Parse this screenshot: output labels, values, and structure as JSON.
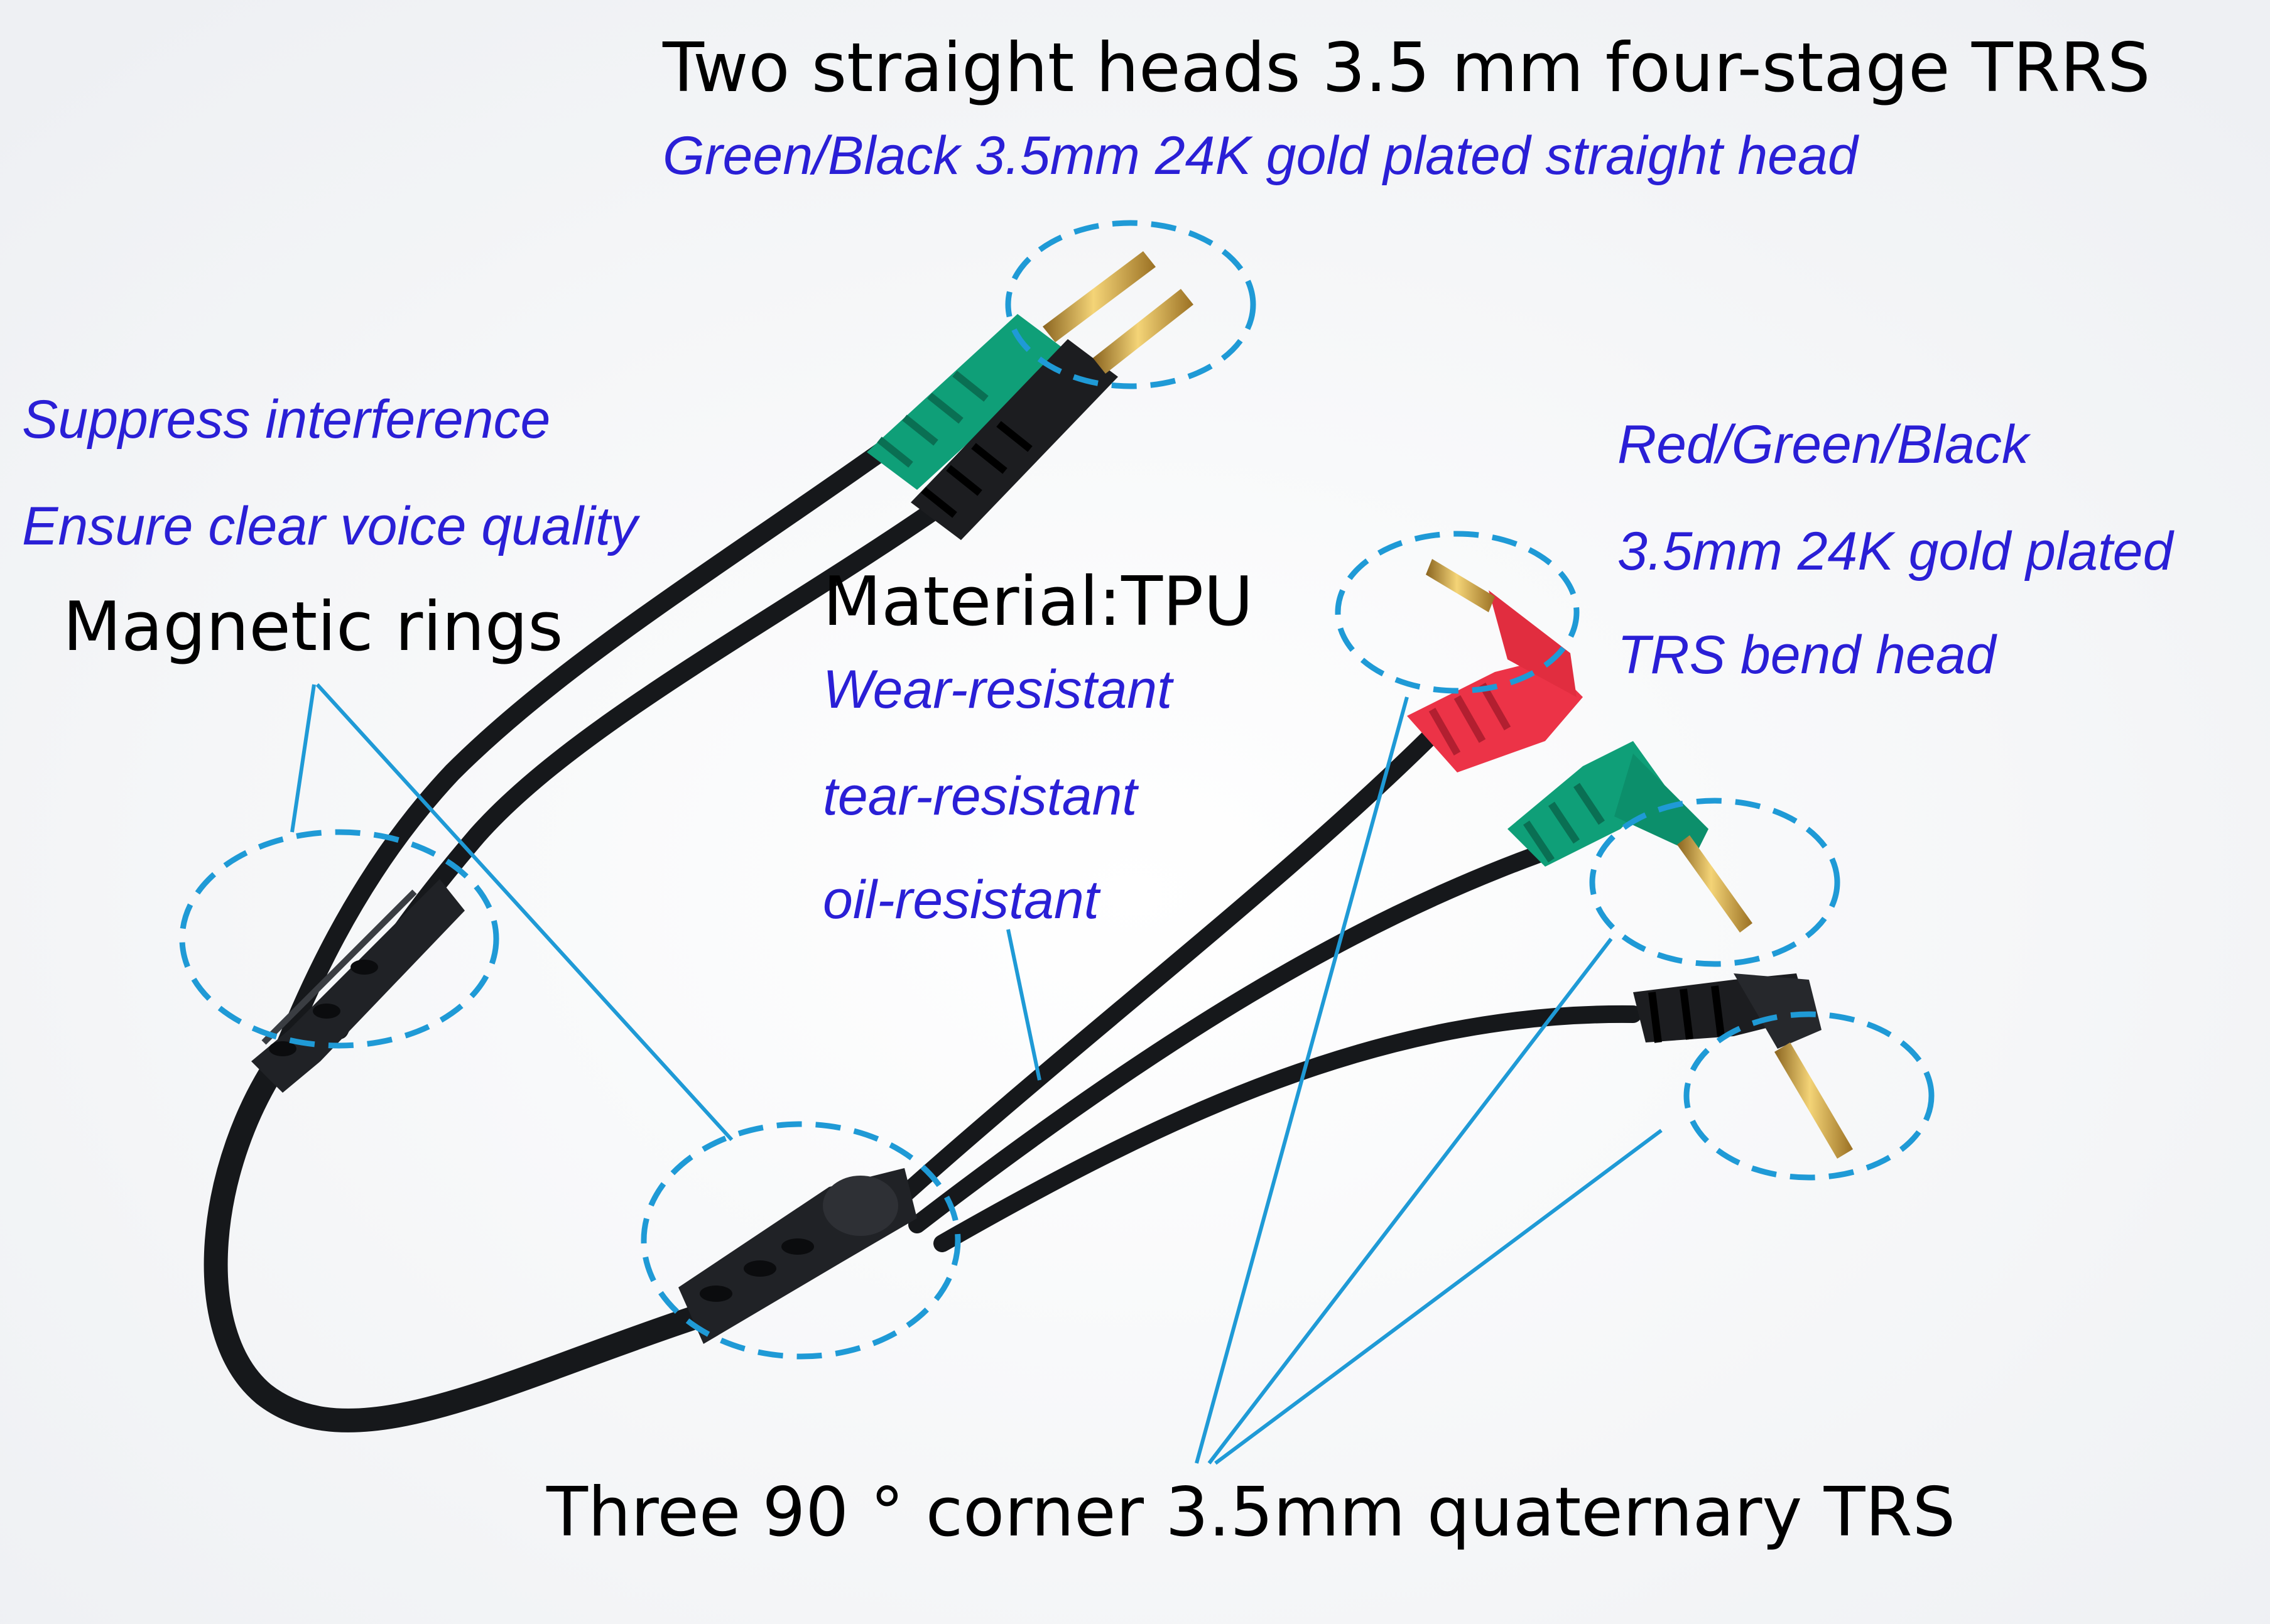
{
  "headings": {
    "straight_heads": "Two straight heads 3.5 mm four-stage TRRS",
    "magnetic_rings": "Magnetic rings",
    "material": "Material:TPU",
    "bend_heads": "Three 90 ° corner 3.5mm quaternary TRS"
  },
  "notes": {
    "straight_plugs": "Green/Black 3.5mm 24K gold plated straight head",
    "suppress": "Suppress interference",
    "voice": "Ensure clear voice quality",
    "wear": "Wear-resistant",
    "tear": "tear-resistant",
    "oil": "oil-resistant",
    "bend_colors": "Red/Green/Black",
    "bend_gold": "3.5mm 24K gold plated",
    "bend_type": "TRS bend head"
  },
  "colors": {
    "annotation_blue": "#2a1fd6",
    "callout_line": "#1f9ad6",
    "cable": "#16181b",
    "plug_green": "#0f9f78",
    "plug_red": "#ec3347",
    "plug_black": "#1c1d20",
    "gold": "#d4a73c"
  }
}
